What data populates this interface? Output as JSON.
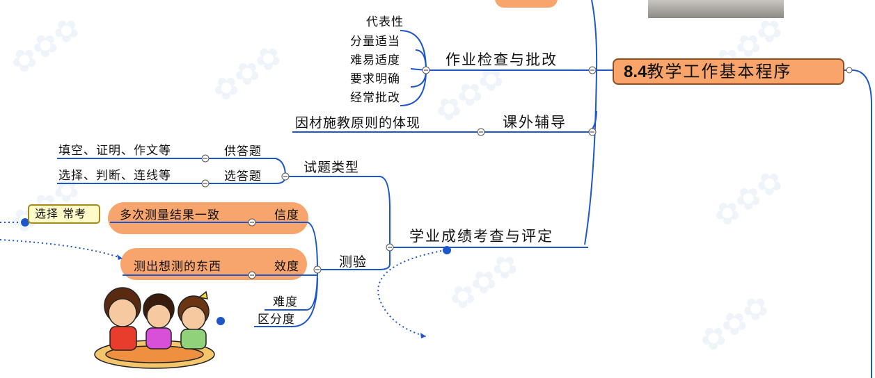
{
  "root": {
    "number": "8.4",
    "title": "教学工作基本程序"
  },
  "branches": {
    "homework": {
      "label": "作业检查与批改",
      "items": [
        "代表性",
        "分量适当",
        "难易适度",
        "要求明确",
        "经常批改"
      ]
    },
    "tutoring": {
      "label": "课外辅导",
      "note": "因材施教原则的体现"
    },
    "assessment": {
      "label": "学业成绩考查与评定",
      "question_types": {
        "label": "试题类型",
        "supply": {
          "label": "供答题",
          "examples": "填空、证明、作文等"
        },
        "select": {
          "label": "选答题",
          "examples": "选择、判断、连线等"
        }
      },
      "testing": {
        "label": "测验",
        "reliability": {
          "label": "信度",
          "note": "多次测量结果一致"
        },
        "validity": {
          "label": "效度",
          "note": "测出想测的东西"
        },
        "difficulty": {
          "label": "难度"
        },
        "discrimination": {
          "label": "区分度"
        }
      }
    }
  },
  "callout": {
    "label": "选择 常考"
  },
  "colors": {
    "line": "#1d56c9",
    "root_fill": "#f8a46a",
    "cloud_fill": "#f7a56c",
    "tag_fill": "#fffbc8"
  }
}
